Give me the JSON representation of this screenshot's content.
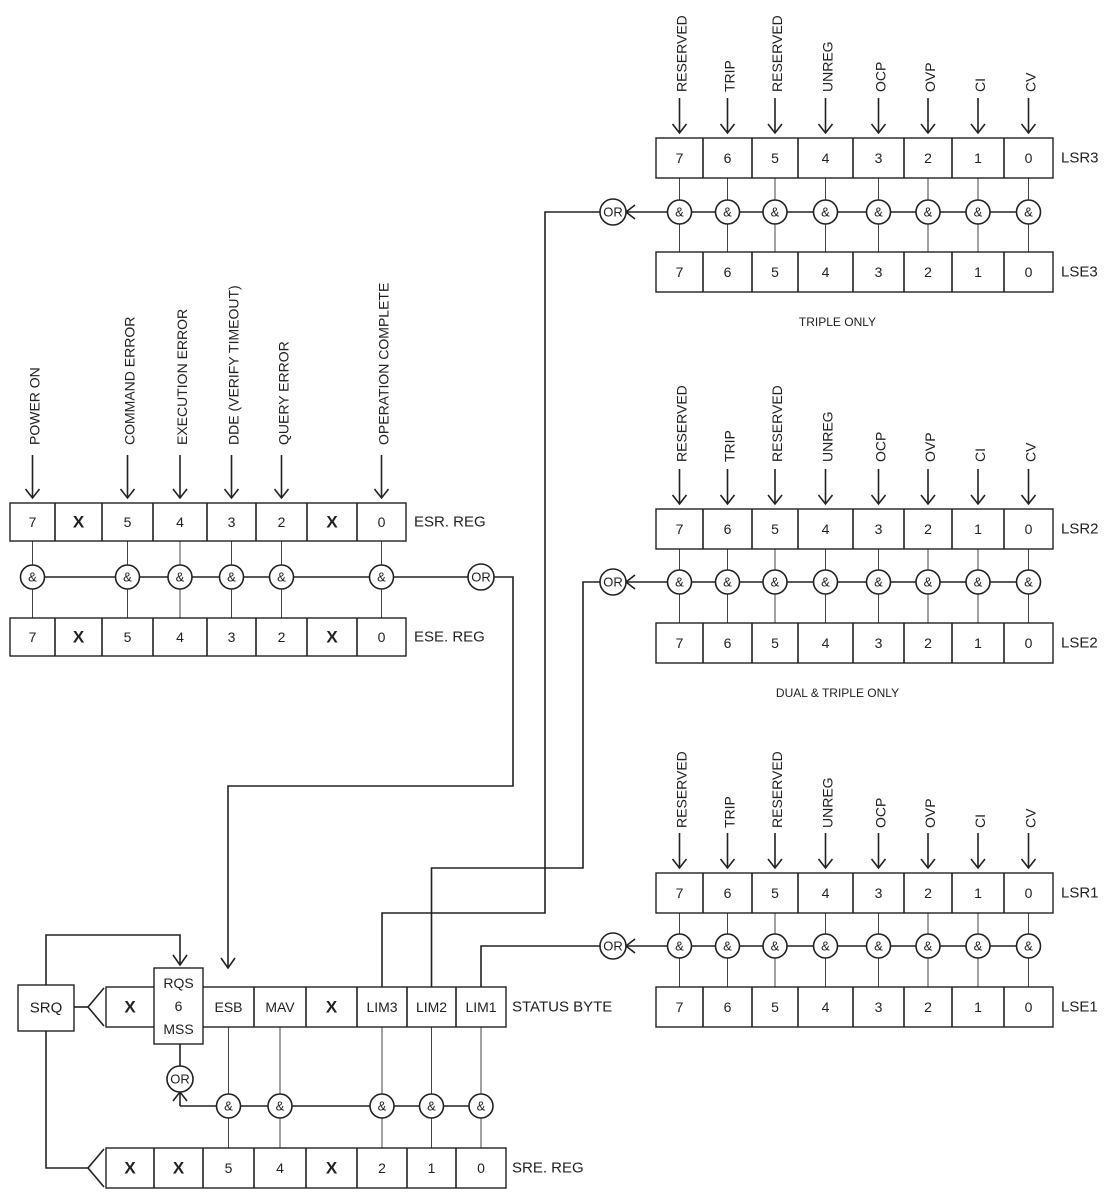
{
  "esr": {
    "label": "ESR. REG",
    "cells": [
      "7",
      "X",
      "5",
      "4",
      "3",
      "2",
      "X",
      "0"
    ],
    "labels": [
      "POWER ON",
      "",
      "COMMAND ERROR",
      "EXECUTION ERROR",
      "DDE (VERIFY TIMEOUT)",
      "QUERY ERROR",
      "",
      "OPERATION COMPLETE"
    ]
  },
  "ese": {
    "label": "ESE. REG",
    "cells": [
      "7",
      "X",
      "5",
      "4",
      "3",
      "2",
      "X",
      "0"
    ]
  },
  "limit_labels": [
    "RESERVED",
    "TRIP",
    "RESERVED",
    "UNREG",
    "OCP",
    "OVP",
    "CI",
    "CV"
  ],
  "limit_cells": [
    "7",
    "6",
    "5",
    "4",
    "3",
    "2",
    "1",
    "0"
  ],
  "lsr3": {
    "label": "LSR3",
    "enable_label": "LSE3",
    "note": "TRIPLE ONLY"
  },
  "lsr2": {
    "label": "LSR2",
    "enable_label": "LSE2",
    "note": "DUAL & TRIPLE ONLY"
  },
  "lsr1": {
    "label": "LSR1",
    "enable_label": "LSE1",
    "note": ""
  },
  "status_byte": {
    "label": "STATUS BYTE",
    "cells": [
      "X",
      "RQS|6|MSS",
      "ESB",
      "MAV",
      "X",
      "LIM3",
      "LIM2",
      "LIM1"
    ]
  },
  "sre": {
    "label": "SRE. REG",
    "cells": [
      "X",
      "X",
      "5",
      "4",
      "X",
      "2",
      "1",
      "0"
    ]
  },
  "srq_label": "SRQ",
  "gates": {
    "and": "&",
    "or": "OR"
  }
}
